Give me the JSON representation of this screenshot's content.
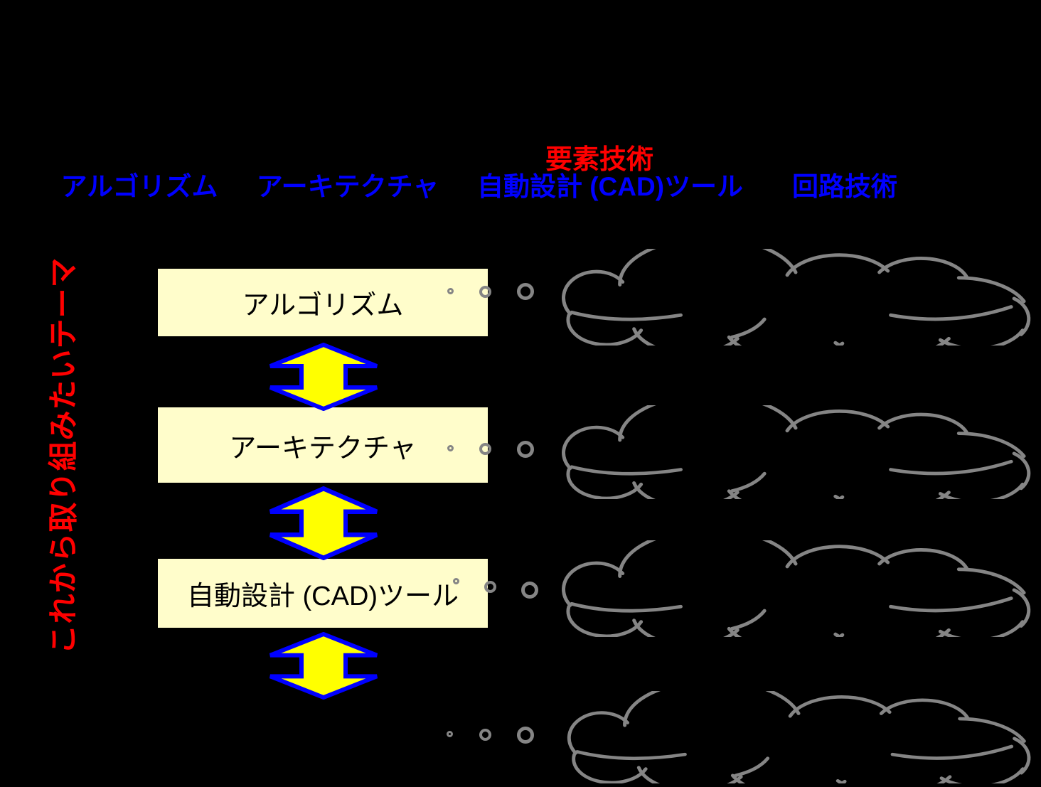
{
  "background_color": "#000000",
  "header": {
    "category_label": "要素技術",
    "category_color": "#FF0000",
    "column_color": "#0000FF",
    "columns": [
      {
        "label": "アルゴリズム"
      },
      {
        "label": "アーキテクチャ"
      },
      {
        "label": "自動設計 (CAD)ツール"
      },
      {
        "label": "回路技術"
      }
    ]
  },
  "side_label": {
    "text": "これから取り組みたいテーマ",
    "color": "#FF0000",
    "orientation": "vertical-bottom-to-top"
  },
  "flow": {
    "boxes": [
      {
        "label": "アルゴリズム"
      },
      {
        "label": "アーキテクチャ"
      },
      {
        "label": "自動設計 (CAD)ツール"
      }
    ],
    "box_fill": "#FFFDCB",
    "box_text_color": "#000000",
    "arrow_count": 3,
    "arrow_fill": "#FFFF00",
    "arrow_border": "#0000FF",
    "arrow_style": "up-down-double-arrow"
  },
  "thought_clouds": {
    "count": 4,
    "outline_color": "#858585",
    "dots_per_cloud": 3,
    "dot_color": "#858585",
    "content": ""
  }
}
